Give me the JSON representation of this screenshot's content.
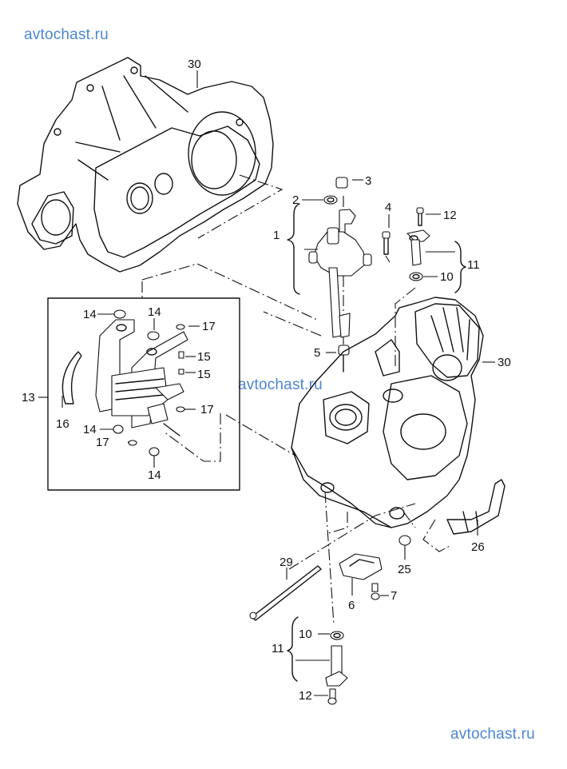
{
  "watermarks": {
    "top_left": "avtochast.ru",
    "center": "avtochast.ru",
    "bottom_right": "avtochast.ru",
    "color": "#4a86d4"
  },
  "diagram": {
    "title": "Gearbox housing exploded view",
    "callouts": {
      "housing_top": "30",
      "housing_right": "30",
      "selector_assembly": "1",
      "seal_ring": "2",
      "cap": "3",
      "bolt_top": "4",
      "sleeve": "5",
      "cover_plate": "6",
      "bolt_cover": "7",
      "o_ring_top": "10",
      "guide_assembly_top": "11",
      "screw_top": "12",
      "detail_assembly": "13",
      "bush_a": "14",
      "bush_b": "14",
      "bush_c": "14",
      "bush_d": "14",
      "bolt_a": "15",
      "bolt_b": "15",
      "spring_clip": "16",
      "washer_a": "17",
      "washer_b": "17",
      "washer_c": "17",
      "plug": "25",
      "shift_rod": "26",
      "pin": "29",
      "o_ring_bottom": "10",
      "guide_assembly_bottom": "11",
      "screw_bottom": "12"
    }
  }
}
